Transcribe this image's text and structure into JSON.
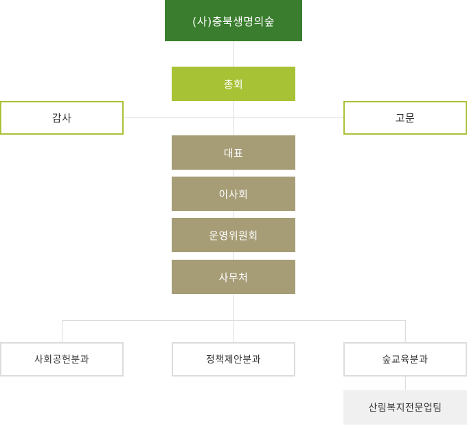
{
  "org": {
    "root": "(사)충북생명의숲",
    "assembly": "총회",
    "auditor": "감사",
    "advisor": "고문",
    "chain": [
      "대표",
      "이사회",
      "운영위원회",
      "사무처"
    ],
    "departments": [
      "사회공헌분과",
      "정책제안분과",
      "숲교육분과"
    ],
    "team": "산림복지전문업팀"
  },
  "colors": {
    "root": "#3a7d2e",
    "assembly": "#a8c236",
    "executive": "#a69d77",
    "connector": "#dcdcdc",
    "team_bg": "#f0f0f0"
  }
}
